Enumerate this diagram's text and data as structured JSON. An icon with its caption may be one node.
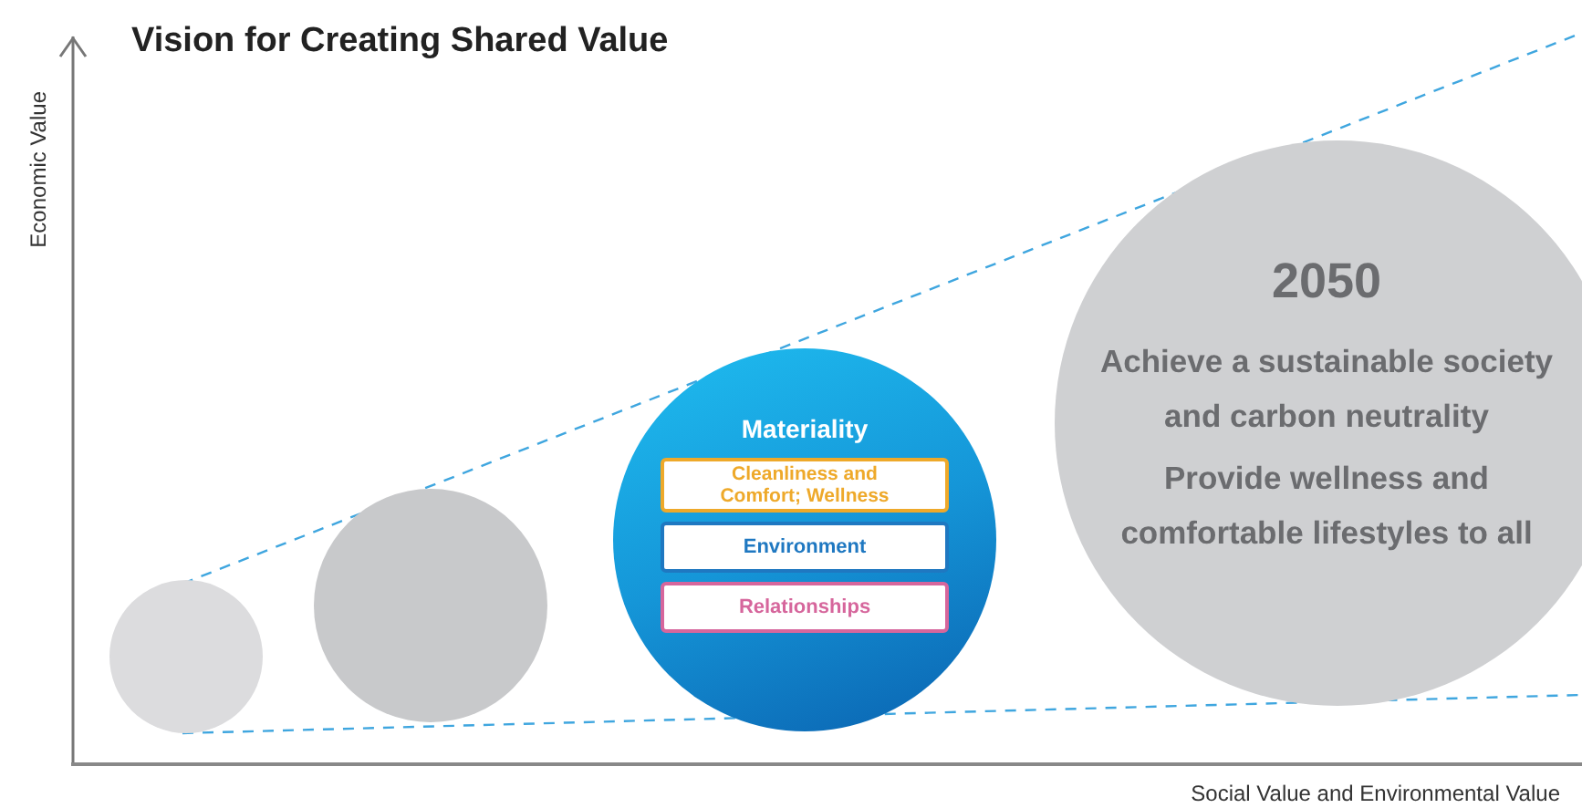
{
  "diagram": {
    "title": "Vision for Creating Shared Value",
    "nodes": [
      {
        "text": [],
        "shape": "circle"
      },
      {
        "text": [],
        "shape": "circle"
      },
      {
        "text": [
          "Materiality"
        ]
      },
      {
        "text": [
          "Cleanliness and Comfort; Wellness"
        ],
        "in": 2
      },
      {
        "text": [
          "Environment"
        ],
        "in": 2
      },
      {
        "text": [
          "Relationships"
        ],
        "in": 2
      },
      {
        "text": [
          "2050",
          "Achieve a sustainable society and carbon neutrality",
          "Provide wellness and comfortable lifestyles to all"
        ]
      }
    ],
    "labels": [
      "Economic Value",
      "Social Value and Environmental Value"
    ]
  }
}
